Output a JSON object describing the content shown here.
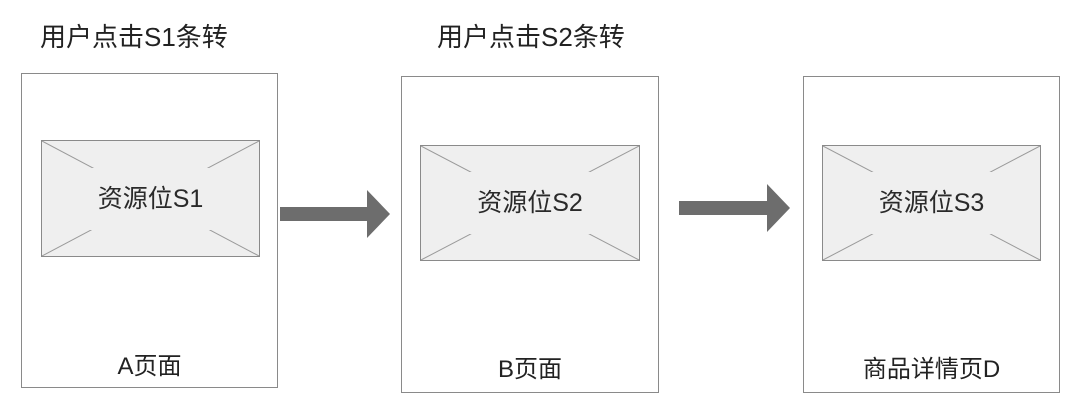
{
  "captions": {
    "s1": "用户点击S1条转",
    "s2": "用户点击S2条转"
  },
  "pages": [
    {
      "resource_label": "资源位S1",
      "page_label": "A页面"
    },
    {
      "resource_label": "资源位S2",
      "page_label": "B页面"
    },
    {
      "resource_label": "资源位S3",
      "page_label": "商品详情页D"
    }
  ],
  "colors": {
    "border": "#8a8a8a",
    "fill": "#efefef",
    "cross": "#9a9a9a",
    "arrow": "#6d6d6d",
    "text": "#222222"
  }
}
